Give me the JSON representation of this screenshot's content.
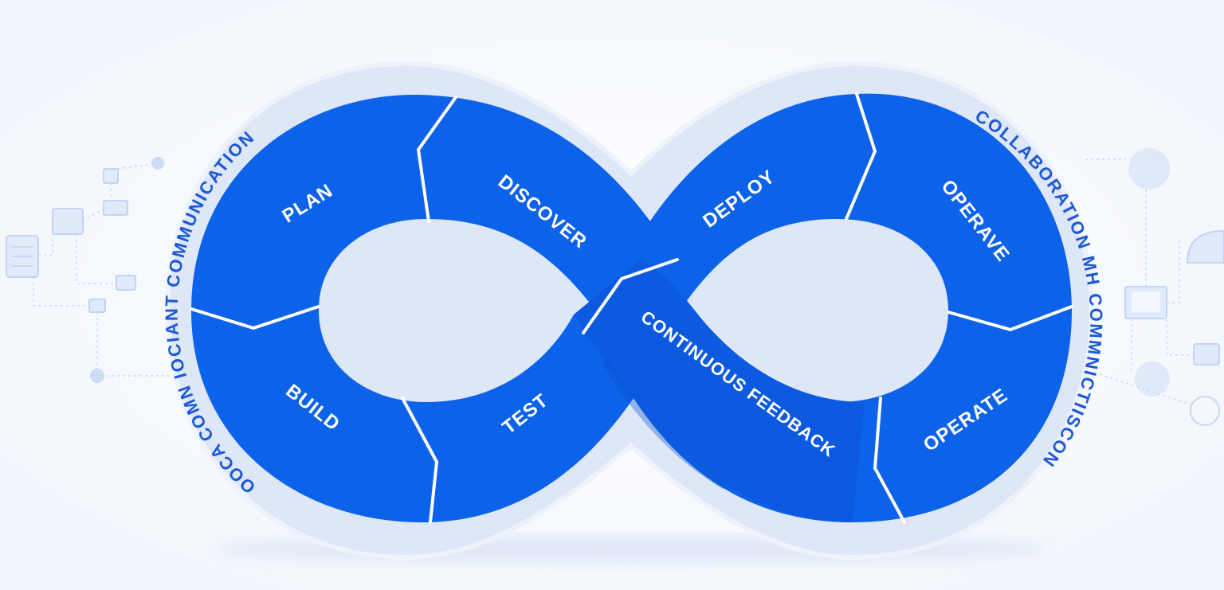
{
  "diagram": {
    "stages": {
      "plan": "PLAN",
      "discover": "DISCOVER",
      "deploy": "DEPLOY",
      "operate_top": "OPERAVE",
      "build": "BUILD",
      "test": "TEST",
      "continuous_feedback": "CONTINUOUS FEEDBACK",
      "operate_bottom": "OPERATE"
    },
    "ring_text": {
      "left": "OOCA COMN IOCIANT COMMUNICATION",
      "right": "COLLABORATION MH COMMNICTIISCON"
    }
  },
  "colors": {
    "band": "#0d62ea",
    "band_dark": "#0a52cf",
    "halo": "#dde7f8",
    "background": "#f7f9fd",
    "ring_text": "#1c58d6",
    "divider": "#ffffff"
  }
}
